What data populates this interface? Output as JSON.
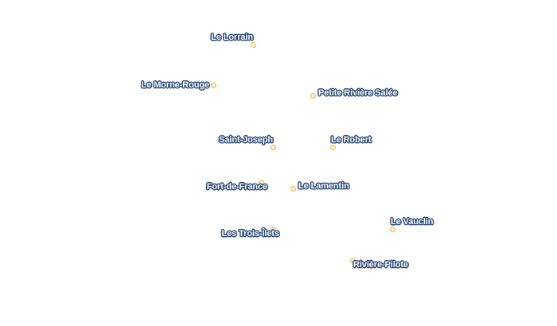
{
  "map": {
    "places": [
      {
        "id": "le-lorrain",
        "name": "Le Lorrain"
      },
      {
        "id": "le-morne-rouge",
        "name": "Le Morne-Rouge"
      },
      {
        "id": "petite-riviere-salee",
        "name": "Petite Rivière Salée"
      },
      {
        "id": "saint-joseph",
        "name": "Saint-Joseph"
      },
      {
        "id": "le-robert",
        "name": "Le Robert"
      },
      {
        "id": "fort-de-france",
        "name": "Fort-de-France"
      },
      {
        "id": "le-lamentin",
        "name": "Le Lamentin"
      },
      {
        "id": "le-vauclin",
        "name": "Le Vauclin"
      },
      {
        "id": "les-trois-ilets",
        "name": "Les Trois-Îlets"
      },
      {
        "id": "riviere-pilote",
        "name": "Rivière-Pilote"
      }
    ],
    "colors": {
      "marker_fill": "#fdf1d4",
      "marker_stroke": "#efb54a",
      "label_text": "#ffffff",
      "label_halo": "#2b4a78",
      "background": "#ffffff"
    }
  }
}
